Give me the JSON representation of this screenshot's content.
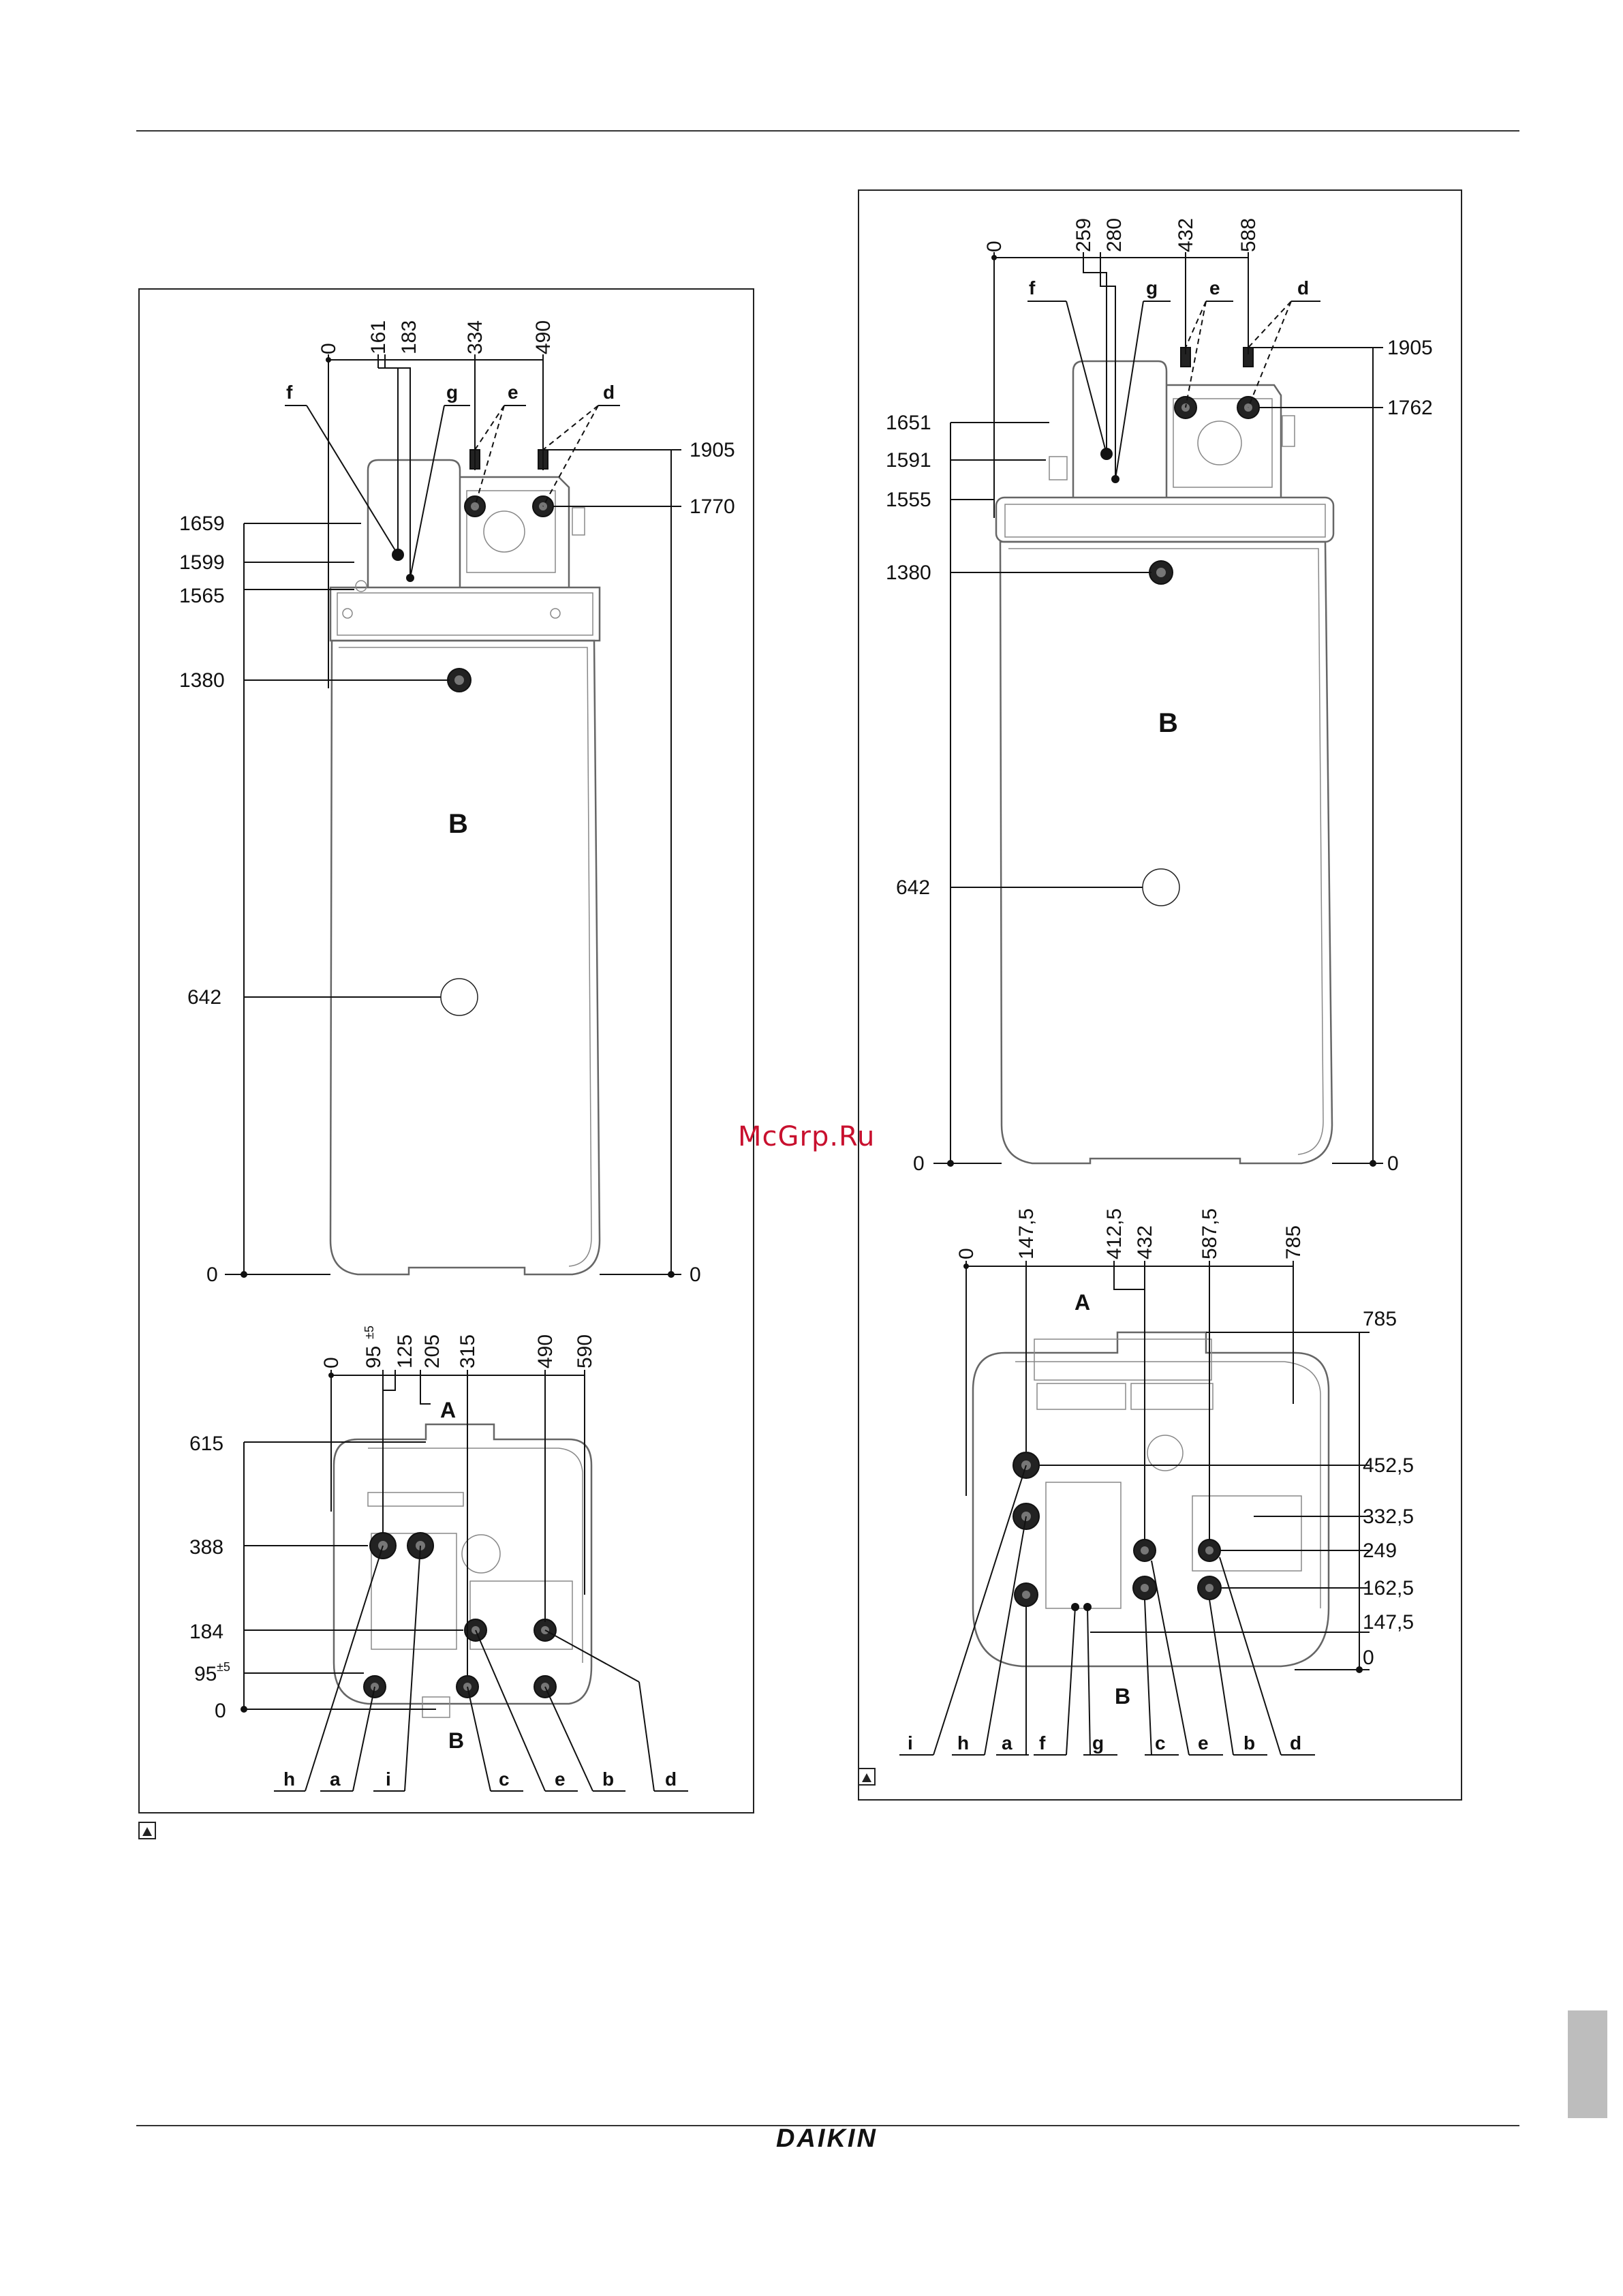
{
  "watermark": "McGrp.Ru",
  "brand": "DAIKIN",
  "left_figure": {
    "unit_label": "B",
    "top_view_label": "A",
    "bottom_view_label": "B",
    "side_x_dims": [
      "0",
      "161",
      "183",
      "334",
      "490"
    ],
    "side_left_heights": [
      "1659",
      "1599",
      "1565",
      "1380",
      "642",
      "0"
    ],
    "side_right_heights": [
      "1905",
      "1770",
      "0"
    ],
    "side_callouts": [
      "f",
      "g",
      "e",
      "d"
    ],
    "plan_x_dims": [
      "0",
      "95",
      "±5",
      "125",
      "205",
      "315",
      "490",
      "590"
    ],
    "plan_y_dims": [
      "615",
      "388",
      "184",
      "95",
      "±5",
      "0"
    ],
    "plan_callouts": [
      "h",
      "a",
      "i",
      "c",
      "e",
      "b",
      "d"
    ]
  },
  "right_figure": {
    "unit_label": "B",
    "top_view_label": "A",
    "bottom_view_label": "B",
    "side_x_dims": [
      "0",
      "259",
      "280",
      "432",
      "588"
    ],
    "side_left_heights": [
      "1651",
      "1591",
      "1555",
      "1380",
      "642",
      "0"
    ],
    "side_right_heights": [
      "1905",
      "1762",
      "0"
    ],
    "side_callouts": [
      "f",
      "g",
      "e",
      "d"
    ],
    "plan_x_dims": [
      "0",
      "147,5",
      "412,5",
      "432",
      "587,5",
      "785"
    ],
    "plan_y_dims": [
      "785",
      "452,5",
      "332,5",
      "249",
      "162,5",
      "147,5",
      "0"
    ],
    "plan_callouts": [
      "i",
      "h",
      "a",
      "f",
      "g",
      "c",
      "e",
      "b",
      "d"
    ]
  }
}
